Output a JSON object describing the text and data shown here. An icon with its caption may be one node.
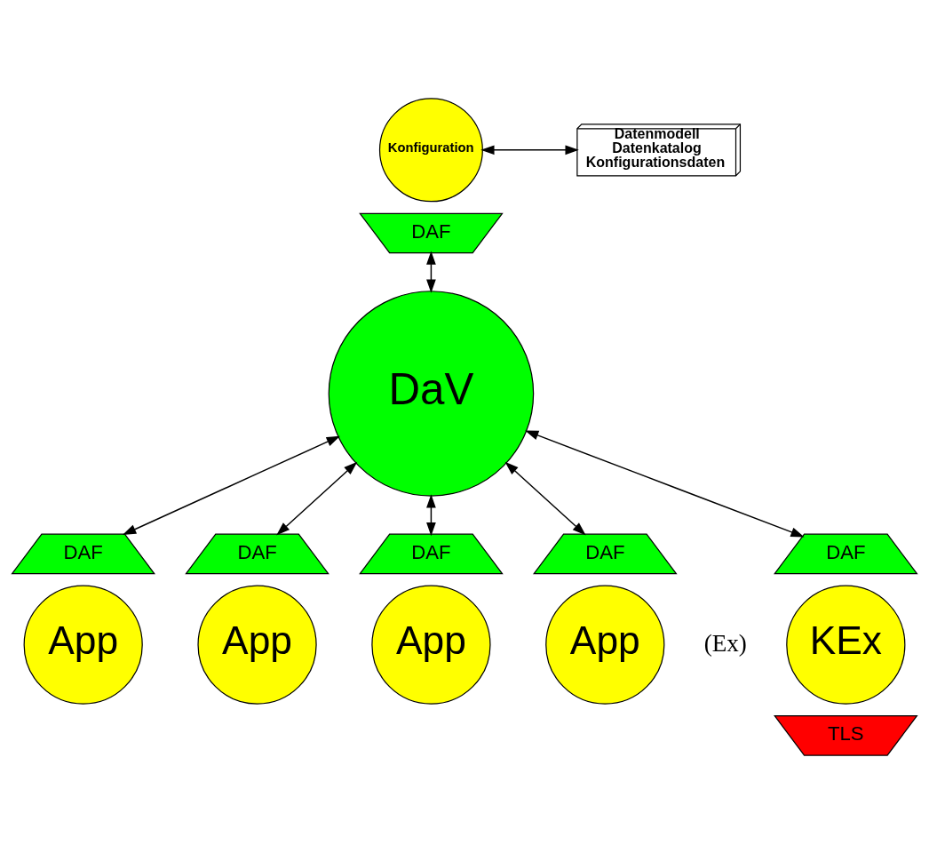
{
  "diagram": {
    "nodes": [
      {
        "text": [
          "Konfiguration"
        ]
      },
      {
        "text": [
          "DAF"
        ]
      },
      {
        "text": [
          "Datenmodell",
          "Datenkatalog",
          "Konfigurationsdaten"
        ]
      },
      {
        "text": [
          "DaV"
        ]
      },
      {
        "text": [
          "DAF"
        ]
      },
      {
        "text": [
          "App"
        ]
      },
      {
        "text": [
          "DAF"
        ]
      },
      {
        "text": [
          "App"
        ]
      },
      {
        "text": [
          "DAF"
        ]
      },
      {
        "text": [
          "App"
        ]
      },
      {
        "text": [
          "DAF"
        ]
      },
      {
        "text": [
          "App"
        ]
      },
      {
        "text": [
          "DAF"
        ]
      },
      {
        "text": [
          "KEx"
        ]
      },
      {
        "text": [
          "TLS"
        ]
      }
    ],
    "edges": [
      {
        "from": 0,
        "to": 2,
        "arrow": "both"
      },
      {
        "from": 1,
        "to": 3,
        "arrow": "both"
      },
      {
        "from": 3,
        "to": 4,
        "arrow": "both"
      },
      {
        "from": 3,
        "to": 6,
        "arrow": "both"
      },
      {
        "from": 3,
        "to": 8,
        "arrow": "both"
      },
      {
        "from": 3,
        "to": 10,
        "arrow": "both"
      },
      {
        "from": 3,
        "to": 12,
        "arrow": "both"
      }
    ],
    "labels": [
      "(Ex)"
    ]
  }
}
